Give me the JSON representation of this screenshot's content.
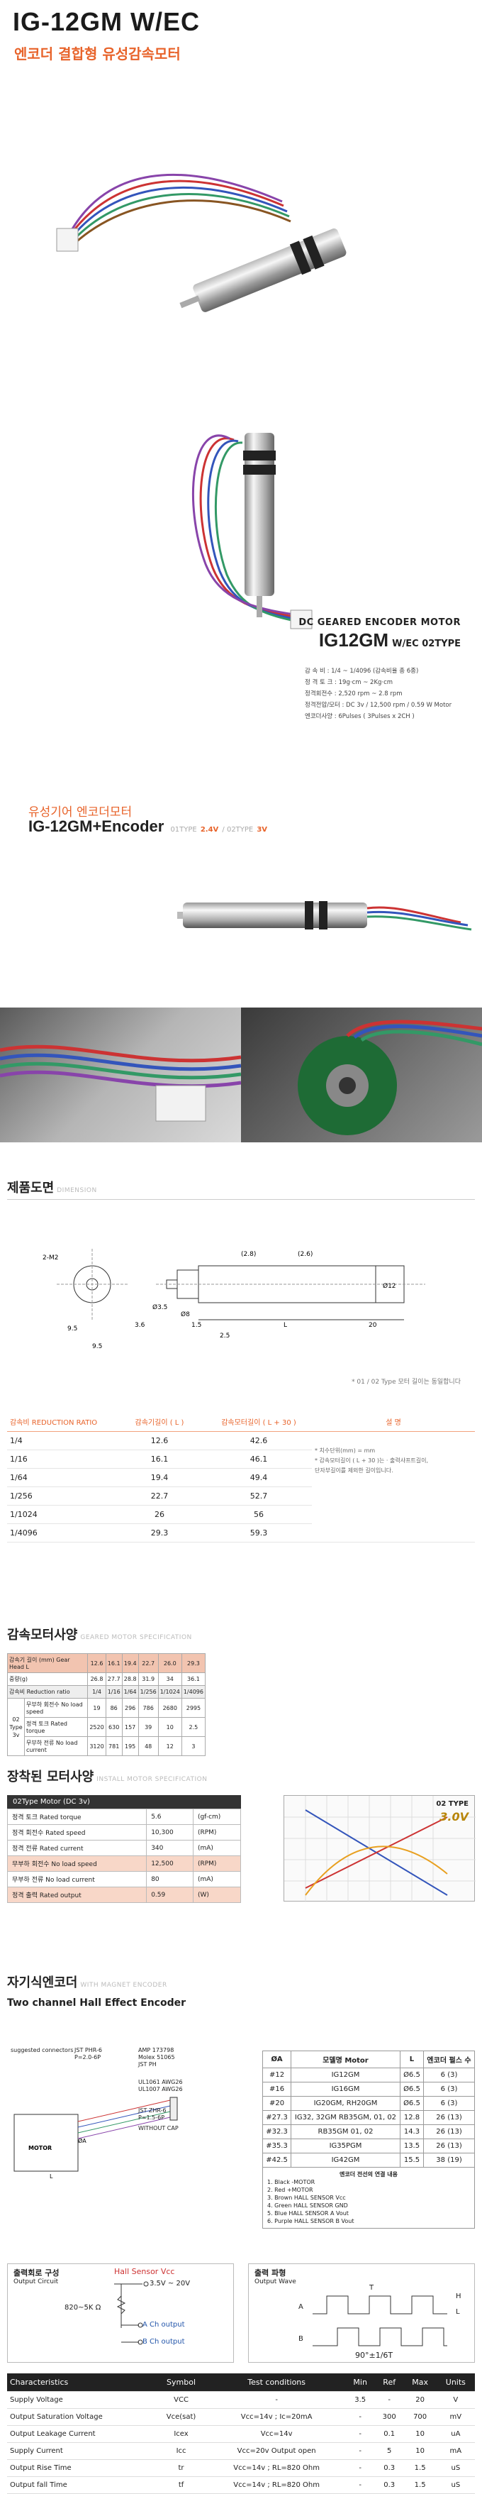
{
  "header": {
    "title": "IG-12GM W/EC",
    "subtitle": "엔코더 결합형 유성감속모터"
  },
  "spec_block": {
    "heading": "DC GEARED ENCODER MOTOR",
    "model": "IG12GM",
    "model_suffix": "W/EC 02TYPE",
    "lines": [
      "감 속 비 : 1/4 ~ 1/4096 (감속비율 총 6종)",
      "정 격 토 크 : 19g·cm ~ 2Kg·cm",
      "정격회전수 : 2,520 rpm ~ 2.8 rpm",
      "정격전압/모터 : DC 3v / 12,500 rpm / 0.59 W Motor",
      "엔코더사양 : 6Pulses ( 3Pulses x 2CH )"
    ]
  },
  "section2": {
    "title_ko": "유성기어 엔코더모터",
    "title_en": "IG-12GM+Encoder",
    "type1": "01TYPE",
    "voltage1": "2.4V",
    "type2": "02TYPE",
    "voltage2": "3V"
  },
  "dimension": {
    "title": "제품도면",
    "en": "DIMENSION",
    "labels": [
      "2-M2",
      "(2.8)",
      "Ø12",
      "(2.6)",
      "Ø8",
      "Ø3.5",
      "9.5",
      "3.6",
      "1.5",
      "2.5",
      "L",
      "20"
    ],
    "note": "* 01 / 02 Type 모터 길이는 동일합니다"
  },
  "reduction": {
    "headers": [
      "감속비 REDUCTION RATIO",
      "감속기길이 ( L )",
      "감속모터길이 ( L + 30 )",
      "설 명"
    ],
    "rows": [
      [
        "1/4",
        "12.6",
        "42.6"
      ],
      [
        "1/16",
        "16.1",
        "46.1"
      ],
      [
        "1/64",
        "19.4",
        "49.4"
      ],
      [
        "1/256",
        "22.7",
        "52.7"
      ],
      [
        "1/1024",
        "26",
        "56"
      ],
      [
        "1/4096",
        "29.3",
        "59.3"
      ]
    ],
    "notes": [
      "* 치수단위(mm) = mm",
      "* 감속모터길이 ( L + 30 )는 · 출력샤프트길이,",
      "단자부길이를 제외한 길이입니다."
    ]
  },
  "gear_spec": {
    "title": "감속모터사양",
    "en": "GEARED MOTOR SPECIFICATION",
    "rows": [
      [
        "감속기 길이 (mm) Gear Head L",
        "12.6",
        "16.1",
        "19.4",
        "22.7",
        "26.0",
        "29.3"
      ],
      [
        "중량(g)",
        "26.8",
        "27.7",
        "28.8",
        "31.9",
        "34",
        "36.1"
      ],
      [
        "감속비 Reduction ratio",
        "1/4",
        "1/16",
        "1/64",
        "1/256",
        "1/1024",
        "1/4096"
      ],
      [
        "무부하 회전수 No load speed",
        "19",
        "86",
        "296",
        "786",
        "2680",
        "2995"
      ],
      [
        "정격 토크 Rated torque",
        "2520",
        "630",
        "157",
        "39",
        "10",
        "2.5"
      ],
      [
        "무부하 전류 No load current",
        "3120",
        "781",
        "195",
        "48",
        "12",
        "3"
      ]
    ],
    "side": [
      "02",
      "Type",
      "3v"
    ]
  },
  "motor_spec": {
    "title": "장착된 모터사양",
    "en": "INSTALL MOTOR SPECIFICATION",
    "table_title": "02Type Motor (DC 3v)",
    "rows": [
      [
        "정격 토크 Rated torque",
        "5.6",
        "(gf-cm)"
      ],
      [
        "정격 회전수 Rated speed",
        "10,300",
        "(RPM)"
      ],
      [
        "정격 전류 Rated current",
        "340",
        "(mA)"
      ],
      [
        "무부하 회전수 No load speed",
        "12,500",
        "(RPM)"
      ],
      [
        "무부하 전류 No load current",
        "80",
        "(mA)"
      ],
      [
        "정격 출력 Rated output",
        "0.59",
        "(W)"
      ]
    ],
    "graph_label": "02 TYPE",
    "graph_voltage": "3.0V"
  },
  "encoder": {
    "title": "자기식엔코더",
    "en": "WITH MAGNET ENCODER",
    "subtitle": "Two channel Hall Effect Encoder",
    "connector_labels": [
      "suggested connectors",
      "JST PHR-6",
      "P=2.0-6P",
      "AMP 173798",
      "Molex 51065",
      "JST PH",
      "UL1061 AWG26",
      "UL1007 AWG26",
      "JST ZHR-6",
      "P=1.5-6P",
      "WITHOUT CAP",
      "MOTOR",
      "L",
      "ØA"
    ],
    "table_headers": [
      "ØA",
      "모델명 Motor",
      "L",
      "엔코더 펄스 수"
    ],
    "table_rows": [
      [
        "#12",
        "IG12GM",
        "Ø6.5",
        "6 (3)"
      ],
      [
        "#16",
        "IG16GM",
        "Ø6.5",
        "6 (3)"
      ],
      [
        "#20",
        "IG20GM, RH20GM",
        "Ø6.5",
        "6 (3)"
      ],
      [
        "#27.3",
        "IG32, 32GM RB35GM, 01, 02",
        "12.8",
        "26 (13)"
      ],
      [
        "#32.3",
        "RB35GM 01, 02",
        "14.3",
        "26 (13)"
      ],
      [
        "#35.3",
        "IG35PGM",
        "13.5",
        "26 (13)"
      ],
      [
        "#42.5",
        "IG42GM",
        "15.5",
        "38 (19)"
      ]
    ],
    "pin_title": "엔코더 전선의 연결 내용",
    "pins": [
      "1. Black  -MOTOR",
      "2. Red  +MOTOR",
      "3. Brown  HALL SENSOR Vcc",
      "4. Green  HALL SENSOR GND",
      "5. Blue  HALL SENSOR A Vout",
      "6. Purple  HALL SENSOR B Vout"
    ]
  },
  "output_circuit": {
    "title": "출력회로 구성",
    "en": "Output Circuit",
    "hall": "Hall Sensor Vcc",
    "vcc": "3.5V ~ 20V",
    "resistor": "820~5K Ω",
    "a": "A Ch output",
    "b": "B Ch output"
  },
  "waveform": {
    "title": "출력 파형",
    "en": "Output Wave",
    "h": "H",
    "l": "L",
    "a": "A",
    "b": "B",
    "phase": "90°±1/6T",
    "t": "T"
  },
  "electrical": {
    "headers": [
      "Characteristics",
      "Symbol",
      "Test conditions",
      "Min",
      "Ref",
      "Max",
      "Units"
    ],
    "rows": [
      [
        "Supply Voltage",
        "VCC",
        "-",
        "3.5",
        "-",
        "20",
        "V"
      ],
      [
        "Output Saturation Voltage",
        "Vce(sat)",
        "Vcc=14v ; Ic=20mA",
        "-",
        "300",
        "700",
        "mV"
      ],
      [
        "Output Leakage Current",
        "Icex",
        "Vcc=14v",
        "-",
        "0.1",
        "10",
        "uA"
      ],
      [
        "Supply Current",
        "Icc",
        "Vcc=20v Output open",
        "-",
        "5",
        "10",
        "mA"
      ],
      [
        "Output Rise Time",
        "tr",
        "Vcc=14v ; RL=820 Ohm",
        "-",
        "0.3",
        "1.5",
        "uS"
      ],
      [
        "Output fall Time",
        "tf",
        "Vcc=14v ; RL=820 Ohm",
        "-",
        "0.3",
        "1.5",
        "uS"
      ]
    ]
  }
}
